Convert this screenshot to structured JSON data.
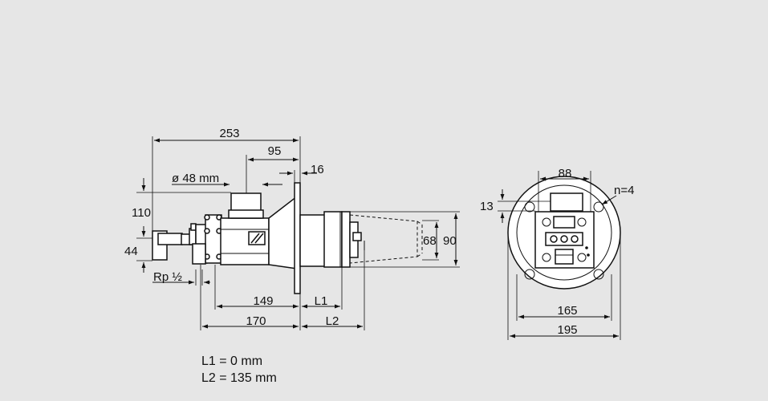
{
  "side_view": {
    "dims": {
      "d253": "253",
      "d95": "95",
      "d16": "16",
      "d48": "ø 48 mm",
      "d110": "110",
      "d44": "44",
      "d68": "68",
      "d90": "90",
      "rp": "Rp ½",
      "d149": "149",
      "l1": "L1",
      "d170": "170",
      "l2": "L2"
    }
  },
  "flange_view": {
    "dims": {
      "d88": "88",
      "n4": "n=4",
      "d13": "13",
      "d165": "165",
      "d195": "195"
    }
  },
  "notes": {
    "l1_value": "L1 = 0 mm",
    "l2_value": "L2 = 135 mm"
  }
}
